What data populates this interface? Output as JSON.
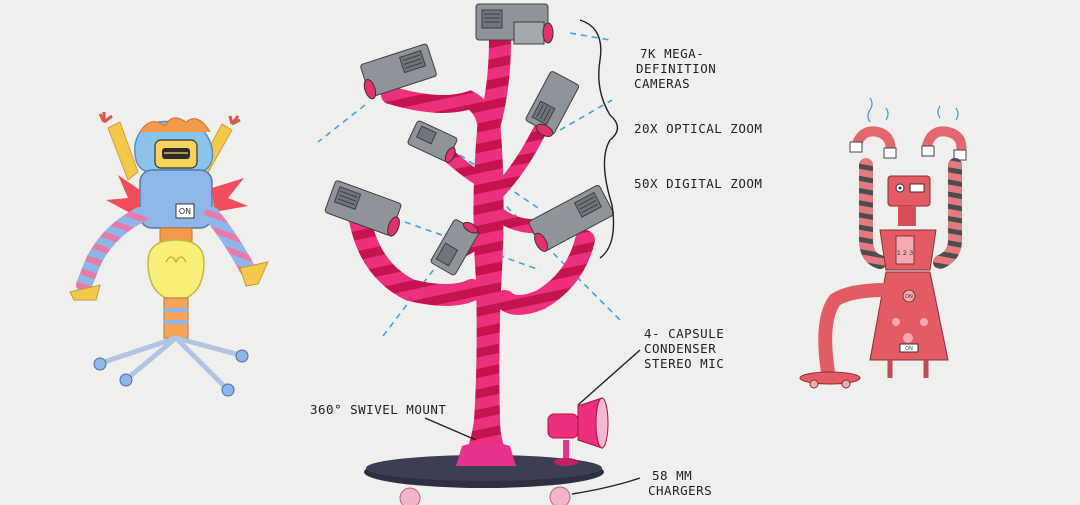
{
  "colors": {
    "background": "#efefed",
    "trunk_pink": "#ec2f7e",
    "trunk_stripe": "#c4134f",
    "camera_grey": "#8e9499",
    "lens_pink": "#e5306f",
    "sightline_blue": "#3fa6dc",
    "annotation_ink": "#222222"
  },
  "labels": {
    "cameras_line1": "7K MEGA-",
    "cameras_line2": "DEFINITION",
    "cameras_line3": "CAMERAS",
    "optical_zoom": "20X OPTICAL ZOOM",
    "digital_zoom": "50X DIGITAL ZOOM",
    "mic_line1": "4- CAPSULE",
    "mic_line2": "CONDENSER",
    "mic_line3": "STEREO MIC",
    "swivel_mount": "360° SWIVEL MOUNT",
    "chargers_line1": "58 MM",
    "chargers_line2": "CHARGERS"
  },
  "robot_left": {
    "badge": "ON"
  },
  "robot_right": {
    "button_top": "ON",
    "button_bottom": "ON",
    "panel_digits": "1 2 3"
  }
}
